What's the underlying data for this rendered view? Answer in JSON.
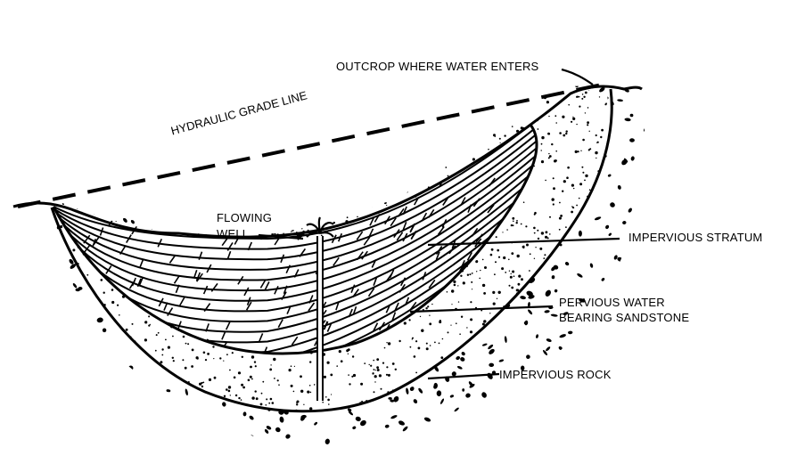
{
  "diagram": {
    "labels": {
      "outcrop": "OUTCROP WHERE WATER ENTERS",
      "hydraulic_grade_line": "HYDRAULIC GRADE LINE",
      "flowing_well_line1": "FLOWING",
      "flowing_well_line2": "WELL",
      "impervious_stratum": "IMPERVIOUS STRATUM",
      "pervious_line1": "PERVIOUS WATER",
      "pervious_line2": "BEARING SANDSTONE",
      "impervious_rock": "IMPERVIOUS ROCK"
    }
  }
}
